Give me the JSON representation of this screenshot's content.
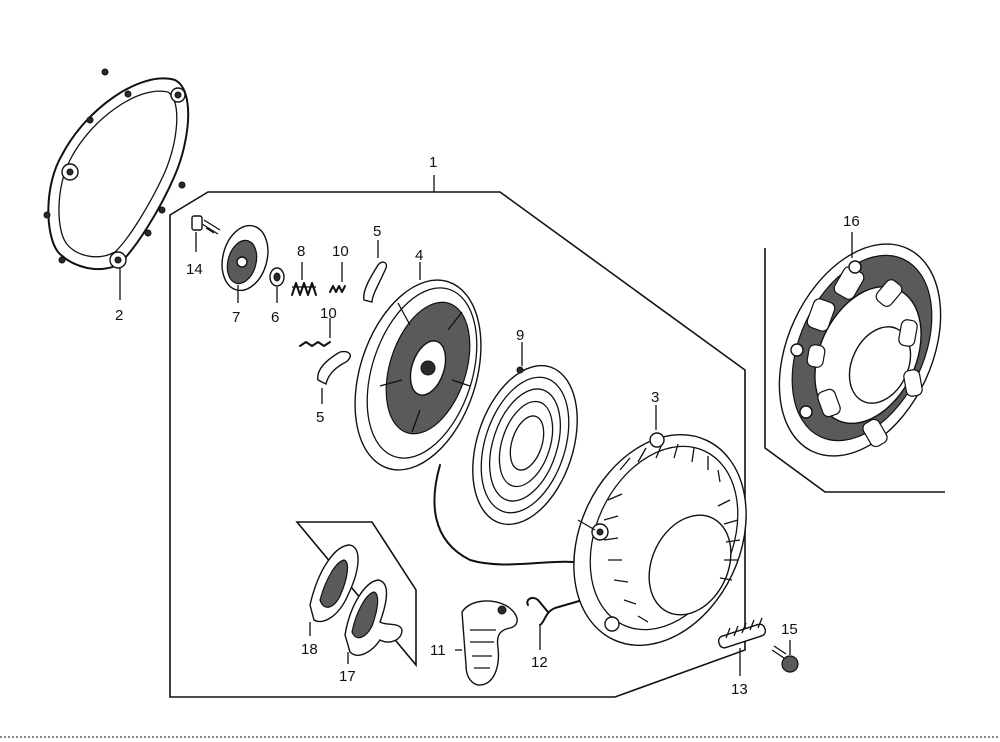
{
  "callouts": {
    "c1": "1",
    "c2": "2",
    "c3": "3",
    "c4": "4",
    "c5a": "5",
    "c5b": "5",
    "c6": "6",
    "c7": "7",
    "c8": "8",
    "c9": "9",
    "c10a": "10",
    "c10b": "10",
    "c11": "11",
    "c12": "12",
    "c13": "13",
    "c14": "14",
    "c15": "15",
    "c16": "16",
    "c17": "17",
    "c18": "18"
  }
}
